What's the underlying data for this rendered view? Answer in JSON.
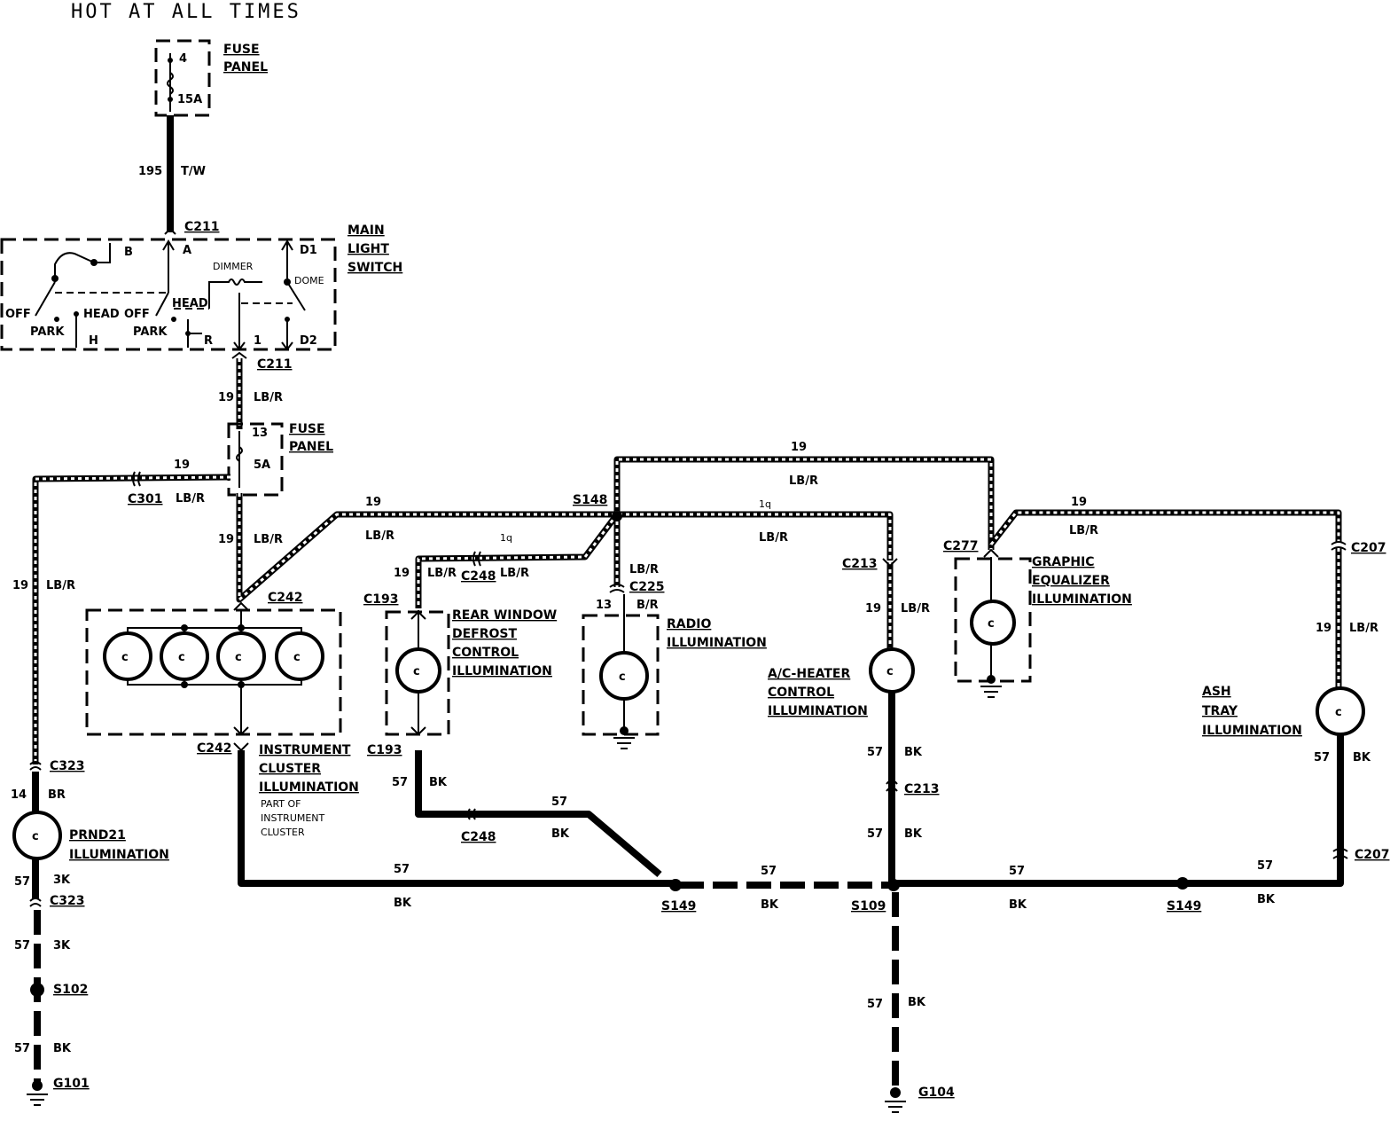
{
  "title": "HOT AT ALL TIMES",
  "fuse_panel_top": {
    "label": "FUSE PANEL",
    "fuse_no": "4",
    "rating": "15A"
  },
  "fuse_panel_mid": {
    "label": "FUSE PANEL",
    "fuse_no": "13",
    "rating": "5A"
  },
  "main_light_switch": {
    "label": "MAIN LIGHT SWITCH",
    "pins": {
      "b": "B",
      "a": "A",
      "d1": "D1",
      "d2": "D2",
      "one": "1",
      "h": "H",
      "r": "R"
    },
    "dimmer": "DIMMER",
    "dome": "DOME",
    "head_left": "HEAD",
    "head_right": "HEAD",
    "off_left": "OFF",
    "off_right": "OFF",
    "park_left": "PARK",
    "park_right": "PARK"
  },
  "connectors": {
    "c211_top": "C211",
    "c211_bot": "C211",
    "c301": "C301",
    "c242_top": "C242",
    "c242_bot": "C242",
    "c193_top": "C193",
    "c193_bot": "C193",
    "c248_top": "C248",
    "c248_bot": "C248",
    "c225": "C225",
    "c213_top": "C213",
    "c213_bot": "C213",
    "c277": "C277",
    "c207_top": "C207",
    "c207_bot": "C207",
    "c323_top": "C323",
    "c323_bot": "C323"
  },
  "splices": {
    "s148": "S148",
    "s149_left": "S149",
    "s109": "S109",
    "s149_right": "S149",
    "s102": "S102"
  },
  "grounds": {
    "g101": "G101",
    "g104": "G104"
  },
  "components": {
    "cluster": "INSTRUMENT CLUSTER ILLUMINATION",
    "cluster_note": "PART OF INSTRUMENT CLUSTER",
    "rear_defrost": "REAR WINDOW DEFROST CONTROL ILLUMINATION",
    "radio": "RADIO ILLUMINATION",
    "ac_heater": "A/C-HEATER CONTROL ILLUMINATION",
    "graphic_eq": "GRAPHIC EQUALIZER ILLUMINATION",
    "ash_tray": "ASH TRAY ILLUMINATION",
    "prnd21": "PRND21 ILLUMINATION"
  },
  "wires": {
    "c195": "195",
    "tw": "T/W",
    "n19": "19",
    "lbr": "LB/R",
    "n57": "57",
    "bk": "BK",
    "n14": "14",
    "br": "BR",
    "n13": "13",
    "bslr": "B/R",
    "n1q": "1q",
    "bk_partial": "3K",
    "n19b": "19"
  }
}
